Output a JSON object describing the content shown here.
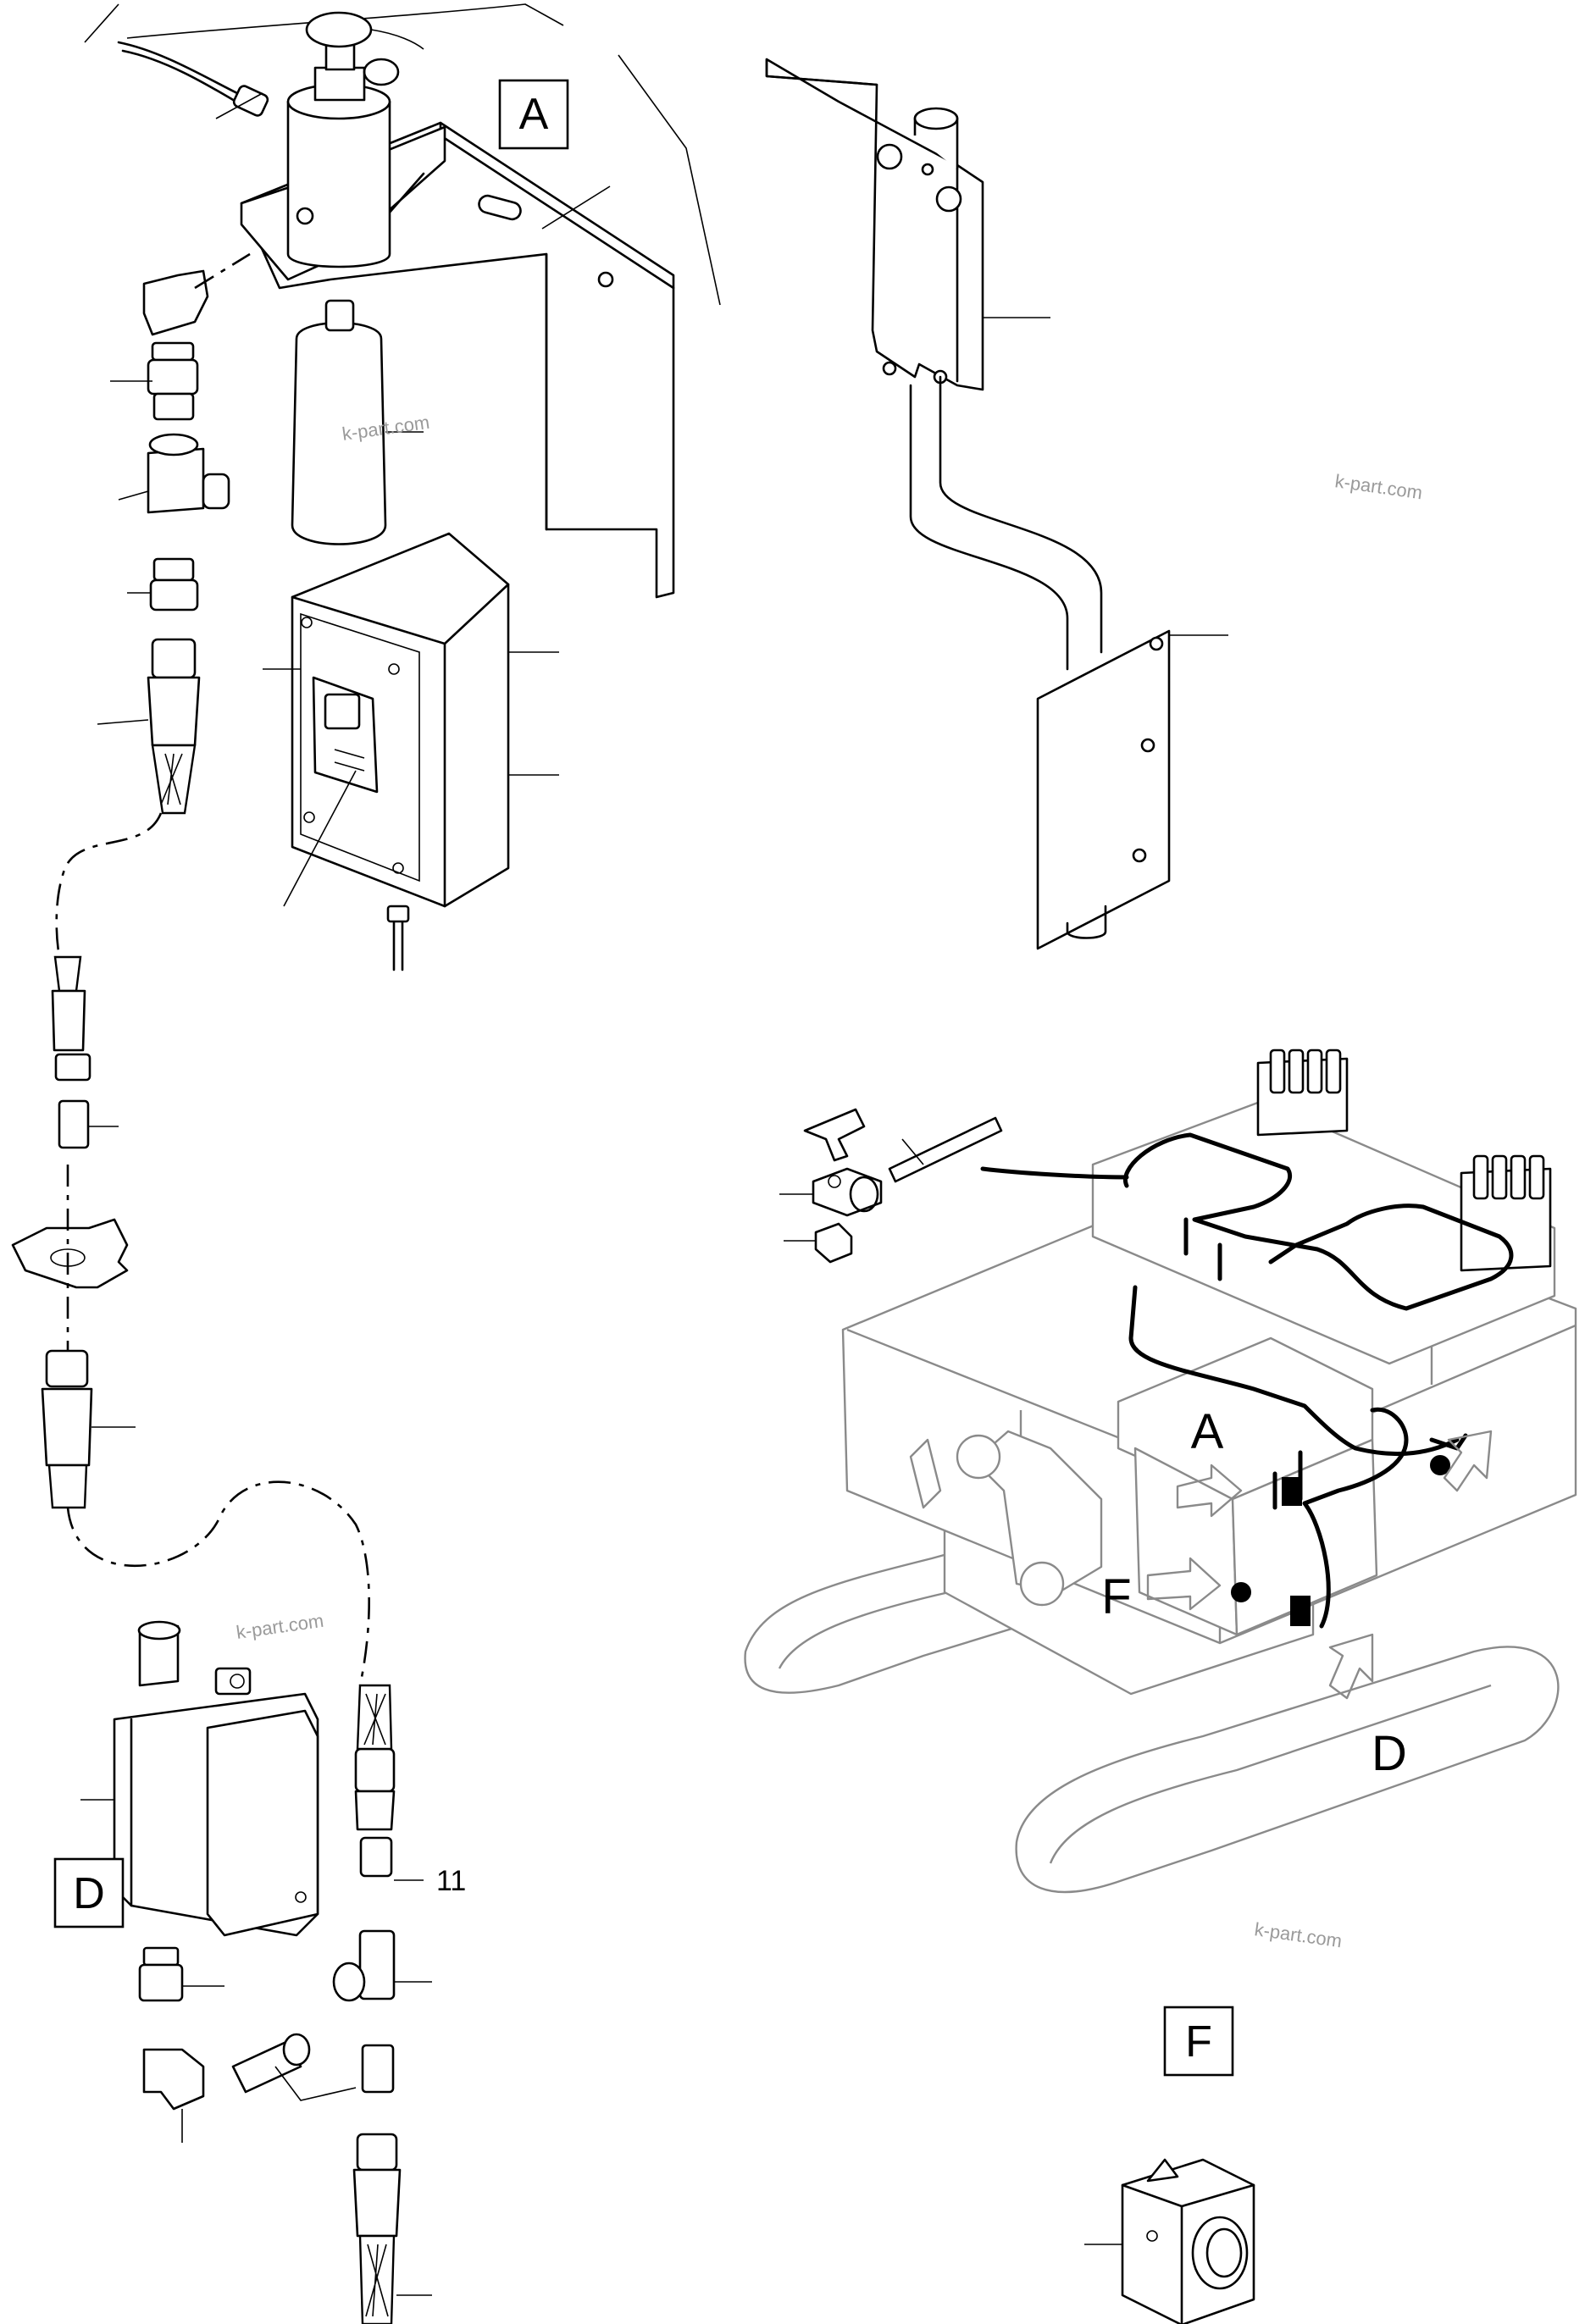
{
  "labels": {
    "view_a_box": "A",
    "view_d_box": "D",
    "view_f_box": "F",
    "machine_a": "A",
    "machine_f": "F",
    "machine_d": "D",
    "part_number": "11"
  },
  "watermarks": [
    "k-part.com",
    "k-part.com",
    "k-part.com",
    "k-part.com"
  ]
}
